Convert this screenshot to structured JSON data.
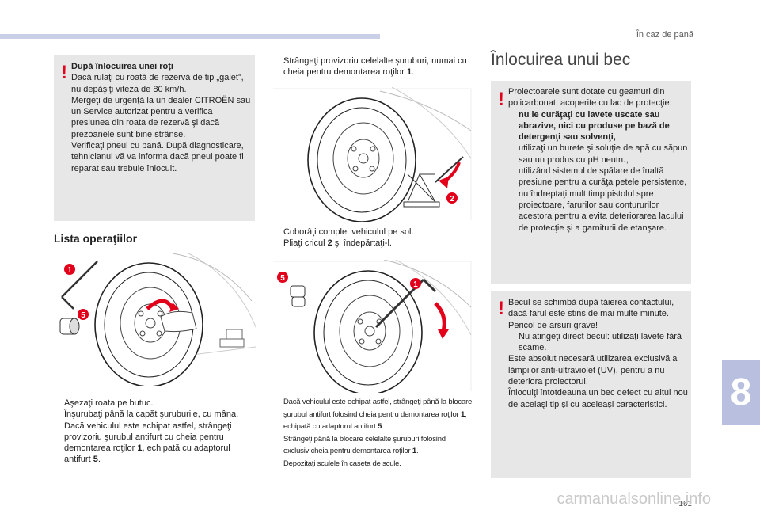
{
  "header": {
    "section_title": "În caz de pană"
  },
  "chapter_tab": "8",
  "page_number": "161",
  "watermark": "carmanualsonline.info",
  "warning_box_1": {
    "title": "După înlocuirea unei roţi",
    "text": "Dacă rulaţi cu roată de rezervă de tip „galet”, nu depăşiţi viteza de 80 km/h.\nMergeţi de urgenţă la un dealer CITROËN sau un Service autorizat pentru a verifica presiunea din roata de rezervă şi dacă prezoanele sunt bine strânse.\nVerificaţi pneul cu pană. După diagnosticare, tehnicianul vă va informa dacă pneul poate fi reparat sau trebuie înlocuit."
  },
  "operations_heading": "Lista operaţiilor",
  "illustration_1": {
    "badges": [
      "1",
      "5"
    ]
  },
  "left_steps": [
    {
      "bullet": "",
      "text": "Aşezaţi roata pe butuc."
    },
    {
      "bullet": "",
      "text": "Înşurubaţi până la capăt şuruburile, cu mâna."
    },
    {
      "bullet": "",
      "text_before": "Dacă vehiculul este echipat astfel, strângeţi provizoriu şurubul antifurt cu cheia pentru demontarea roţilor ",
      "ref1": "1",
      "text_mid": ", echipată cu adaptorul antifurt ",
      "ref2": "5",
      "text_after": "."
    }
  ],
  "middle_top_step": {
    "bullet": "",
    "text_before": "Strângeţi provizoriu celelalte şuruburi, numai cu cheia pentru demontarea roţilor ",
    "ref": "1",
    "text_after": "."
  },
  "illustration_2": {
    "badges": [
      "2"
    ]
  },
  "middle_mid_steps": [
    {
      "bullet": "",
      "text": "Coborâţi complet vehiculul pe sol."
    },
    {
      "bullet": "",
      "text_before": "Pliaţi cricul ",
      "ref": "2",
      "text_after": " şi îndepărtaţi-l."
    }
  ],
  "illustration_3": {
    "badges": [
      "5",
      "1"
    ]
  },
  "middle_bottom_steps": [
    {
      "bullet": "",
      "text_before": "Dacă vehiculul este echipat astfel, strângeţi până la blocare şurubul antifurt folosind cheia pentru demontarea roţilor ",
      "ref1": "1",
      "text_mid": ", echipată cu adaptorul antifurt ",
      "ref2": "5",
      "text_after": "."
    },
    {
      "bullet": "",
      "text_before": "Strângeţi până la blocare celelalte şuruburi folosind exclusiv cheia pentru demontarea roţilor ",
      "ref": "1",
      "text_after": "."
    },
    {
      "bullet": "",
      "text": "Depozitaţi sculele în caseta de scule."
    }
  ],
  "right_title": "Înlocuirea unui bec",
  "warning_box_2": {
    "intro": "Proiectoarele sunt dotate cu geamuri din policarbonat, acoperite cu lac de protecţie:",
    "items": [
      {
        "bullet": "",
        "text": "nu le curăţaţi cu lavete uscate sau abrazive, nici cu produse pe bază de detergenţi sau solvenţi,"
      },
      {
        "bullet": "",
        "text": "utilizaţi un burete şi soluţie de apă cu săpun sau un produs cu pH neutru,"
      },
      {
        "bullet": "",
        "text": "utilizând sistemul de spălare de înaltă presiune pentru a curăţa petele persistente, nu îndreptaţi mult timp pistolul spre proiectoare, farurilor sau contururilor acestora pentru a evita deteriorarea lacului de protecţie şi a garniturii de etanşare."
      }
    ]
  },
  "warning_box_3": {
    "text1": "Becul se schimbă după tăierea contactului, dacă farul este stins de mai multe minute. Pericol de arsuri grave!",
    "item": {
      "bullet": "",
      "text": "Nu atingeţi direct becul: utilizaţi lavete fără scame."
    },
    "text2": "Este absolut necesară utilizarea exclusivă a lămpilor anti-ultraviolet (UV), pentru a nu deteriora proiectorul.\nÎnlocuiţi întotdeauna un bec defect cu altul nou de acelaşi tip şi cu aceleaşi caracteristici."
  },
  "warning_symbol": "!",
  "colors": {
    "accent_red": "#e3001b",
    "box_gray": "#e7e7e7",
    "tab_blue": "#b9c0df",
    "bar_blue": "#c9cfe6"
  }
}
